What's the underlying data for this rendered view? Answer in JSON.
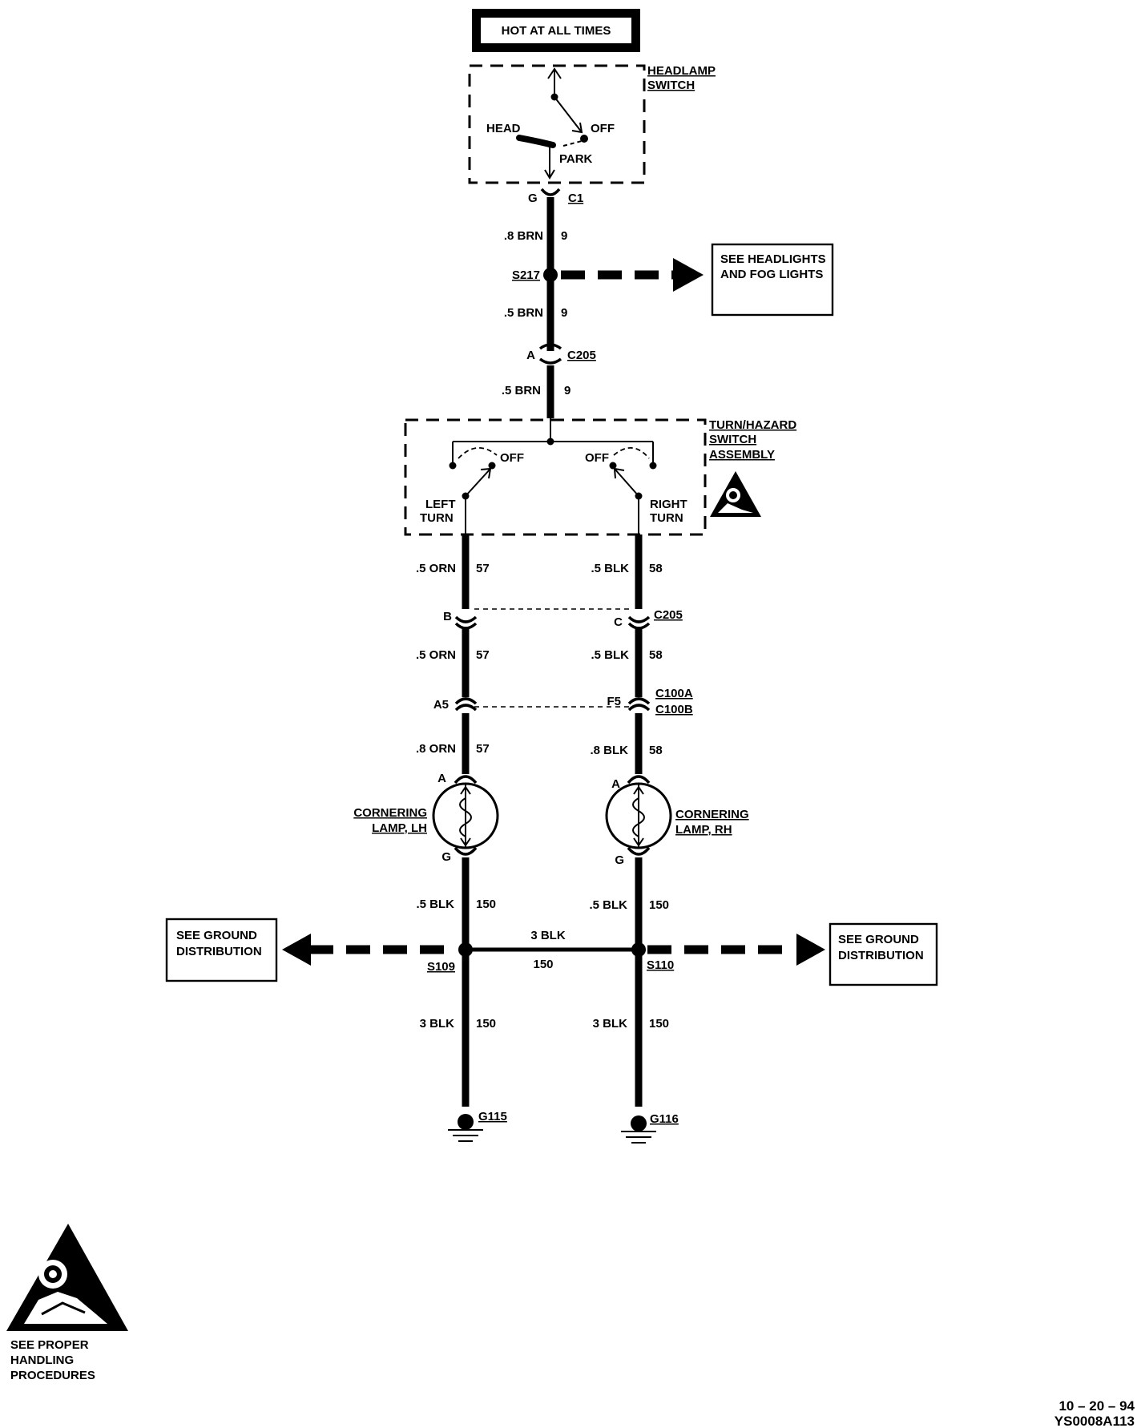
{
  "hot_box": "HOT AT ALL TIMES",
  "headlamp_switch": {
    "name_line1": "HEADLAMP",
    "name_line2": "SWITCH",
    "pos_head": "HEAD",
    "pos_off": "OFF",
    "pos_park": "PARK"
  },
  "c1": {
    "pin": "G",
    "name": "C1"
  },
  "wire_1": {
    "gauge": ".8 BRN",
    "circuit": "9"
  },
  "s217": "S217",
  "see_headlights": {
    "line1": "SEE  HEADLIGHTS",
    "line2": "AND  FOG  LIGHTS"
  },
  "wire_2": {
    "gauge": ".5 BRN",
    "circuit": "9"
  },
  "c205_top": {
    "pin": "A",
    "name": "C205"
  },
  "wire_3": {
    "gauge": ".5  BRN",
    "circuit": "9"
  },
  "turn_switch": {
    "name_line1": "TURN/HAZARD",
    "name_line2": "SWITCH",
    "name_line3": "ASSEMBLY",
    "left_off": "OFF",
    "right_off": "OFF",
    "left_line1": "LEFT",
    "left_line2": "TURN",
    "right_line1": "RIGHT",
    "right_line2": "TURN"
  },
  "left": {
    "w1_gauge": ".5 ORN",
    "w1_circuit": "57",
    "c205_pin": "B",
    "w2_gauge": ".5 ORN",
    "w2_circuit": "57",
    "c100_pin": "A5",
    "w3_gauge": ".8 ORN",
    "w3_circuit": "57",
    "lamp_top_pin": "A",
    "lamp_line1": "CORNERING",
    "lamp_line2": "LAMP, LH",
    "lamp_bot_pin": "G",
    "w4_gauge": ".5 BLK",
    "w4_circuit": "150",
    "splice": "S109",
    "w5_gauge": "3 BLK",
    "w5_circuit": "150",
    "ground": "G115"
  },
  "right": {
    "w1_gauge": ".5 BLK",
    "w1_circuit": "58",
    "c205_pin": "C",
    "c205_name": "C205",
    "w2_gauge": ".5 BLK",
    "w2_circuit": "58",
    "c100_pin": "F5",
    "c100a_name": "C100A",
    "c100b_name": "C100B",
    "w3_gauge": ".8 BLK",
    "w3_circuit": "58",
    "lamp_top_pin": "A",
    "lamp_line1": "CORNERING",
    "lamp_line2": "LAMP, RH",
    "lamp_bot_pin": "G",
    "w4_gauge": ".5 BLK",
    "w4_circuit": "150",
    "splice": "S110",
    "w5_gauge": "3 BLK",
    "w5_circuit": "150",
    "ground": "G116"
  },
  "cross_wire": {
    "gauge": "3 BLK",
    "circuit": "150"
  },
  "ground_dist_left": {
    "line1": "SEE GROUND",
    "line2": "DISTRIBUTION"
  },
  "ground_dist_right": {
    "line1": "SEE GROUND",
    "line2": "DISTRIBUTION"
  },
  "handling": {
    "line1": "SEE PROPER",
    "line2": "HANDLING",
    "line3": "PROCEDURES"
  },
  "date": "10 – 20 – 94",
  "figure_id": "YS0008A113"
}
